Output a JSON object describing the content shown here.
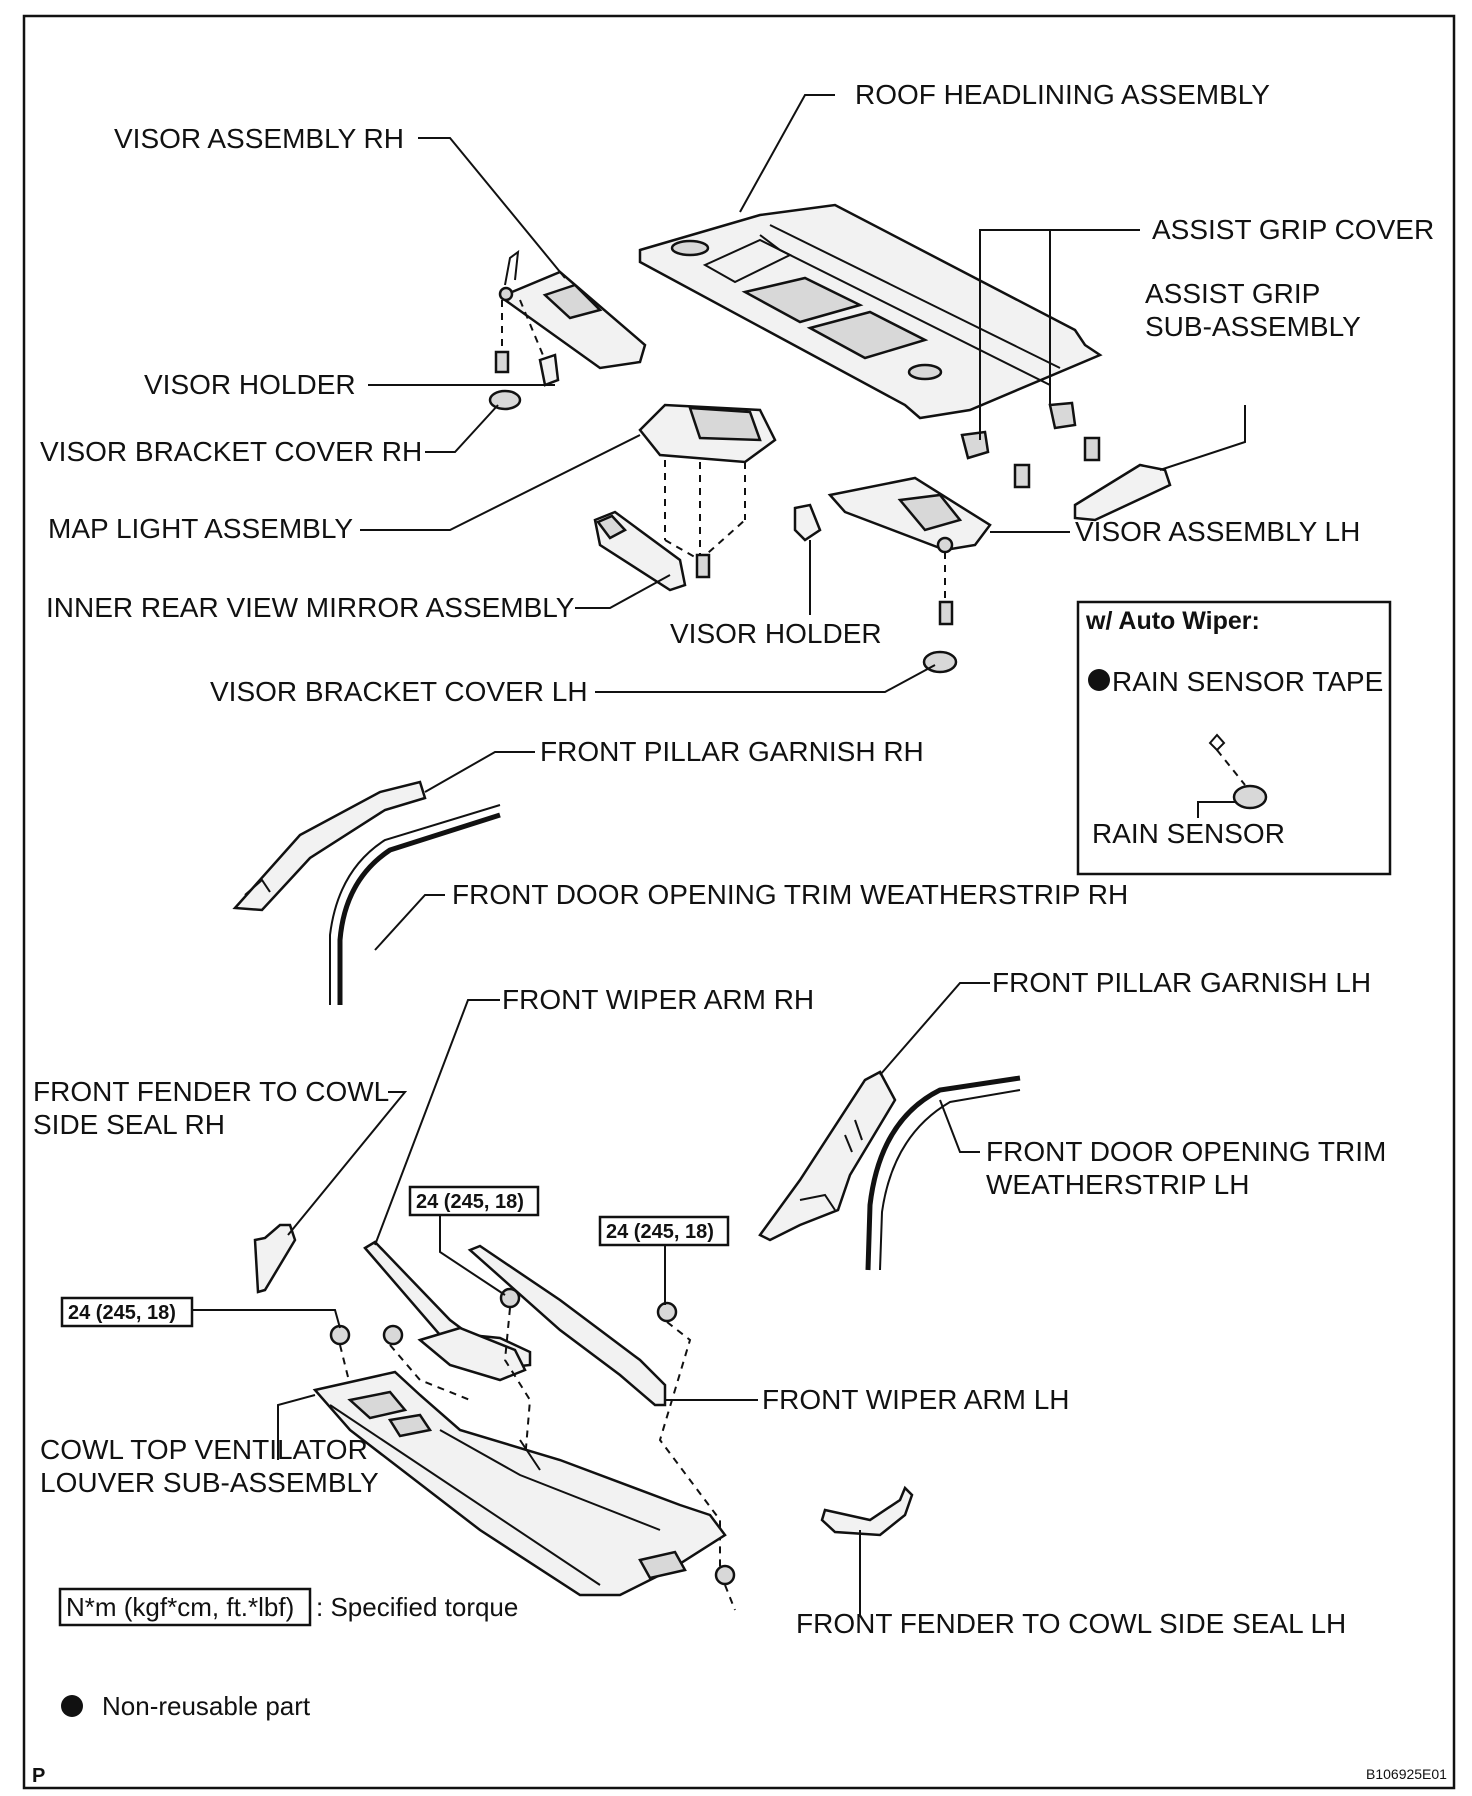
{
  "labels": {
    "roof_headlining": "ROOF HEADLINING ASSEMBLY",
    "visor_rh": "VISOR ASSEMBLY RH",
    "assist_grip_cover": "ASSIST GRIP COVER",
    "assist_grip_sub_1": "ASSIST GRIP",
    "assist_grip_sub_2": "SUB-ASSEMBLY",
    "visor_holder_1": "VISOR HOLDER",
    "visor_bracket_rh": "VISOR BRACKET COVER RH",
    "map_light": "MAP LIGHT ASSEMBLY",
    "visor_lh": "VISOR ASSEMBLY LH",
    "mirror": "INNER REAR VIEW MIRROR ASSEMBLY",
    "visor_holder_2": "VISOR HOLDER",
    "visor_bracket_lh": "VISOR BRACKET COVER LH",
    "pillar_garnish_rh": "FRONT PILLAR GARNISH RH",
    "door_trim_rh": "FRONT DOOR OPENING TRIM WEATHERSTRIP RH",
    "wiper_arm_rh": "FRONT WIPER ARM RH",
    "pillar_garnish_lh": "FRONT PILLAR GARNISH LH",
    "fender_seal_rh_1": "FRONT FENDER TO COWL",
    "fender_seal_rh_2": "SIDE SEAL RH",
    "door_trim_lh_1": "FRONT DOOR OPENING TRIM",
    "door_trim_lh_2": "WEATHERSTRIP LH",
    "wiper_arm_lh": "FRONT WIPER ARM LH",
    "cowl_louver_1": "COWL TOP VENTILATOR",
    "cowl_louver_2": "LOUVER SUB-ASSEMBLY",
    "fender_seal_lh": "FRONT FENDER TO COWL SIDE SEAL LH"
  },
  "torque_labels": [
    "24 (245, 18)",
    "24 (245, 18)",
    "24 (245, 18)"
  ],
  "auto_wiper_box": {
    "title": "w/ Auto Wiper:",
    "tape": "RAIN SENSOR TAPE",
    "sensor": "RAIN SENSOR"
  },
  "legend": {
    "torque_key": "N*m (kgf*cm, ft.*lbf)",
    "torque_text": ": Specified torque",
    "nonreusable": "Non-reusable part"
  },
  "footer": {
    "page_mark": "P",
    "code": "B106925E01"
  }
}
